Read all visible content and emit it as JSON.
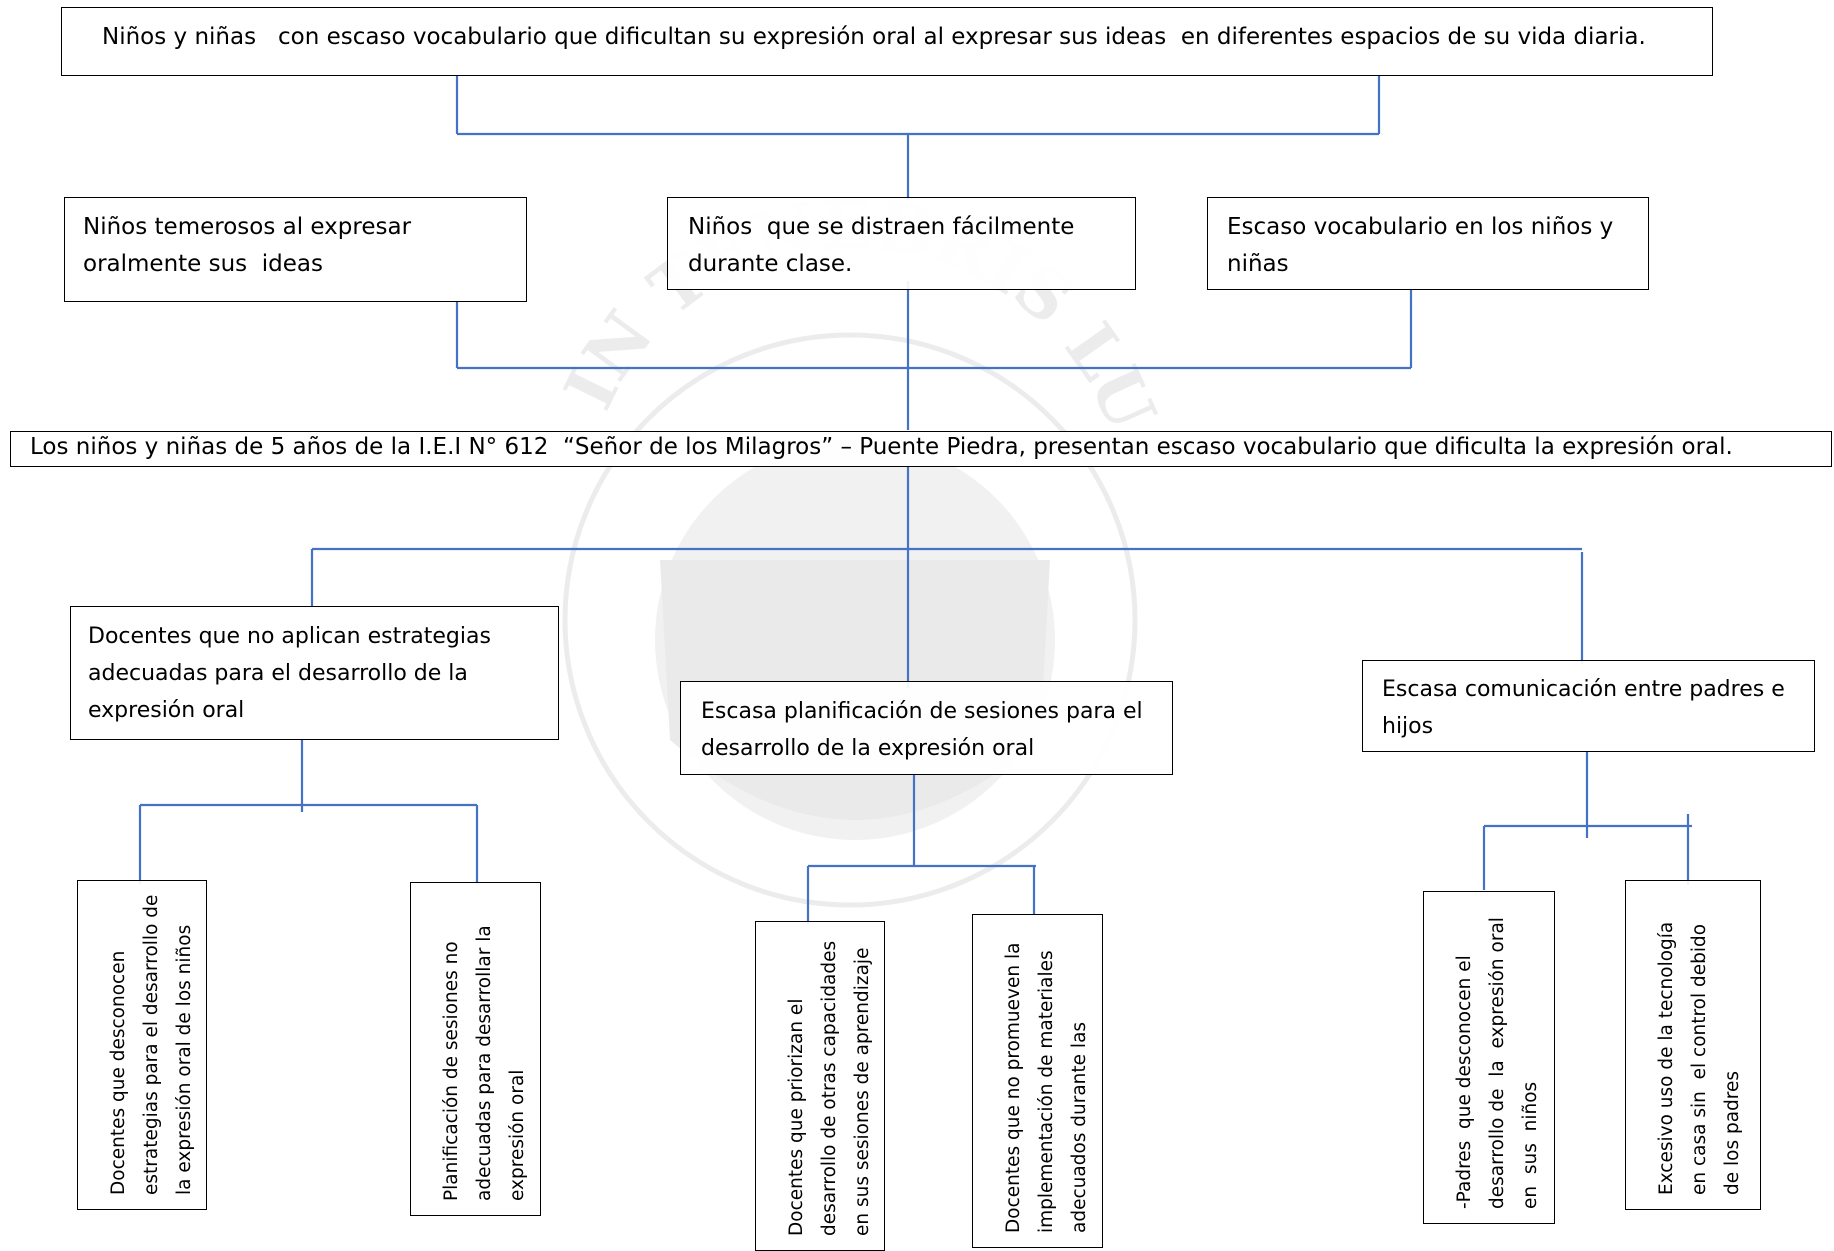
{
  "colors": {
    "connector": "#4472c4",
    "border": "#000000",
    "watermark": "#e9e9e9"
  },
  "watermark": {
    "icon": "university-seal-icon",
    "motto": "LUX IN TENEBRIS LUCET"
  },
  "effect": "Niños y niñas   con escaso vocabulario que dificultan su expresión oral al expresar sus ideas  en diferentes espacios de su vida diaria.",
  "effects": [
    "Niños temerosos al expresar\noralmente sus  ideas",
    "Niños  que se distraen fácilmente\ndurante clase.",
    "Escaso vocabulario en los niños y niñas"
  ],
  "problem": "Los niños y niñas de 5 años de la I.E.I N° 612  “Señor de los Milagros” – Puente Piedra, presentan escaso vocabulario que dificulta la expresión oral.",
  "causes": [
    "Docentes que no aplican estrategias\nadecuadas para el desarrollo de la\nexpresión oral",
    "Escasa planificación de sesiones para el\ndesarrollo de la expresión oral",
    "Escasa comunicación entre padres e\nhijos"
  ],
  "subcauses": [
    "Docentes que desconocen\nestrategias para el desarrollo de\nla expresión oral de los niños",
    "Planificación de sesiones no\nadecuadas para desarrollar la\nexpresión oral",
    "Docentes que priorizan el\ndesarrollo de otras capacidades\nen sus sesiones de aprendizaje",
    "Docentes que no promueven la\nimplementación de materiales\nadecuados durante las",
    "-Padres  que desconocen el\ndesarrollo de  la  expresión oral\nen  sus  niños",
    "Excesivo uso de la tecnología\nen casa sin  el control debido\nde los padres"
  ]
}
